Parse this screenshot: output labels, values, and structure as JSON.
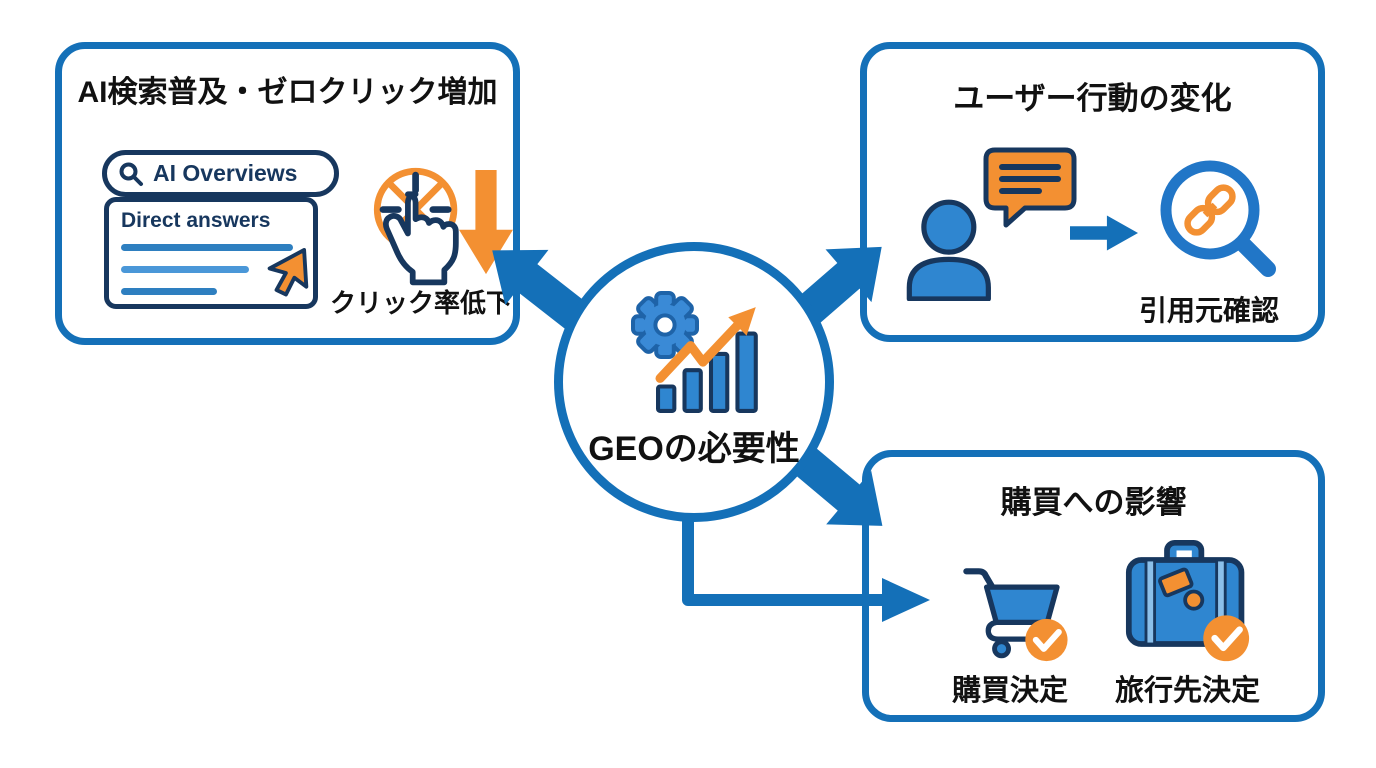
{
  "colors": {
    "blue": "#1470b8",
    "light_blue": "#2f86d0",
    "icon_blue": "#3a8ad6",
    "navy": "#17375e",
    "orange": "#f39032",
    "text": "#111111"
  },
  "center": {
    "label": "GEOの必要性"
  },
  "box_ai_search": {
    "title": "AI検索普及・ゼロクリック増加",
    "search_label": "AI Overviews",
    "answers_title": "Direct answers",
    "caption": "クリック率低下"
  },
  "box_user_behavior": {
    "title": "ユーザー行動の変化",
    "caption": "引用元確認"
  },
  "box_purchase": {
    "title": "購買への影響",
    "item_purchase": "購買決定",
    "item_travel": "旅行先決定"
  }
}
